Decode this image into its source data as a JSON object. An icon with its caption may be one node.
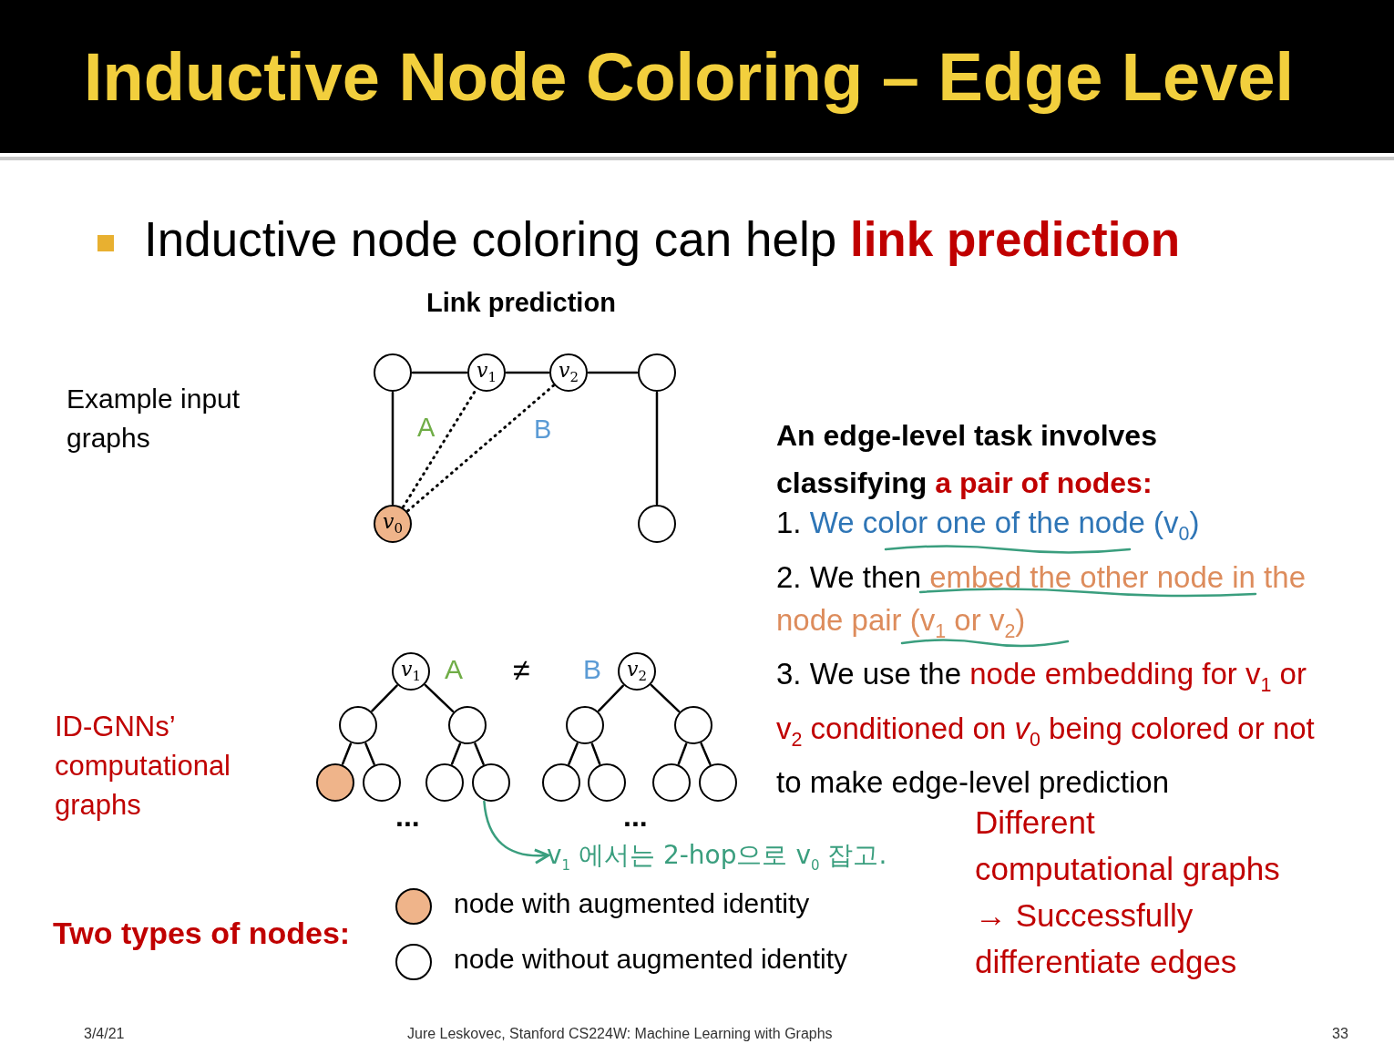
{
  "diagram": {
    "title": "Inductive Node Coloring – Edge Level",
    "nodes": [
      {
        "text": [],
        "shape": "circle"
      },
      {
        "text": [
          "*v*$_{1}$"
        ]
      },
      {
        "text": [
          "*v*$_{2}$"
        ]
      },
      {
        "text": [],
        "shape": "circle"
      },
      {
        "text": [
          "*v*$_{0}$"
        ]
      },
      {
        "text": [],
        "shape": "circle"
      },
      {
        "text": [
          "*v*$_{1}$"
        ]
      },
      {
        "text": [],
        "shape": "circle"
      },
      {
        "text": [],
        "shape": "circle"
      },
      {
        "text": [],
        "shape": "circle"
      },
      {
        "text": [],
        "shape": "circle"
      },
      {
        "text": [],
        "shape": "circle"
      },
      {
        "text": [],
        "shape": "circle"
      },
      {
        "text": [
          "*v*$_{2}$"
        ]
      },
      {
        "text": [],
        "shape": "circle"
      },
      {
        "text": [],
        "shape": "circle"
      },
      {
        "text": [],
        "shape": "circle"
      },
      {
        "text": [],
        "shape": "circle"
      },
      {
        "text": [],
        "shape": "circle"
      },
      {
        "text": [],
        "shape": "circle"
      },
      {
        "text": [
          "v$_{1}$ 에서는 2-hop으로 v$_{0}$ 잡고."
        ]
      }
    ],
    "edges": [
      {
        "from": 0,
        "to": 1,
        "arrow": "none"
      },
      {
        "from": 1,
        "to": 2,
        "arrow": "none"
      },
      {
        "from": 2,
        "to": 3,
        "arrow": "none"
      },
      {
        "from": 0,
        "to": 4,
        "arrow": "none"
      },
      {
        "from": 3,
        "to": 5,
        "arrow": "none"
      },
      {
        "from": 4,
        "to": 1,
        "arrow": "none",
        "style": "dashed",
        "label": "A"
      },
      {
        "from": 4,
        "to": 2,
        "arrow": "none",
        "style": "dashed",
        "label": "B"
      },
      {
        "from": 6,
        "to": 7,
        "arrow": "none"
      },
      {
        "from": 6,
        "to": 8,
        "arrow": "none"
      },
      {
        "from": 7,
        "to": 9,
        "arrow": "none"
      },
      {
        "from": 7,
        "to": 10,
        "arrow": "none"
      },
      {
        "from": 8,
        "to": 11,
        "arrow": "none"
      },
      {
        "from": 8,
        "to": 12,
        "arrow": "none"
      },
      {
        "from": 13,
        "to": 14,
        "arrow": "none"
      },
      {
        "from": 13,
        "to": 15,
        "arrow": "none"
      },
      {
        "from": 14,
        "to": 16,
        "arrow": "none"
      },
      {
        "from": 14,
        "to": 17,
        "arrow": "none"
      },
      {
        "from": 15,
        "to": 18,
        "arrow": "none"
      },
      {
        "from": 15,
        "to": 19,
        "arrow": "none"
      },
      {
        "from": 12,
        "to": 20,
        "arrow": "to",
        "color": "#3a9e7e"
      }
    ],
    "labels": [
      "Inductive node coloring can help **link prediction**",
      "Link prediction",
      "Example input graphs",
      "A",
      "≠",
      "B",
      "ID-GNNs’ computational graphs",
      "...",
      "...",
      "An edge-level task involves classifying",
      "a pair of nodes:",
      "1.",
      "We color one of the node (v$_{0}$)",
      "2. We then",
      "embed the other node in the node pair (v$_{1}$ or v$_{2}$)",
      "3. We use the",
      "node embedding for v$_{1}$ or v$_{2}$ conditioned on *v*$_{0}$ being colored or not",
      "to make edge-level prediction",
      "Two types of nodes:",
      "Different computational graphs → Successfully differentiate edges",
      "3/4/21",
      "Jure Leskovec, Stanford CS224W: Machine Learning with Graphs",
      "33"
    ],
    "legend": [
      {
        "text": "node with augmented identity",
        "color": "#efb48a"
      },
      {
        "text": "node without augmented identity",
        "color": "#ffffff"
      }
    ]
  }
}
